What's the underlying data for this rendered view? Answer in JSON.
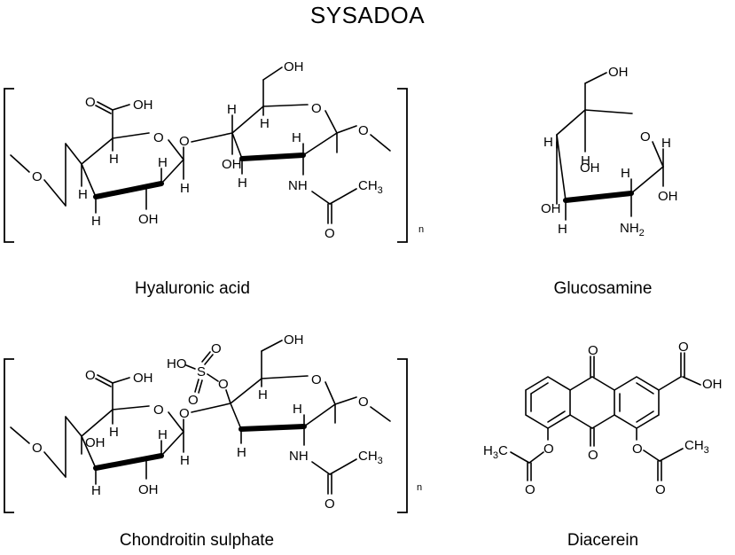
{
  "title": "SYSADOA",
  "molecules": [
    {
      "name": "Hyaluronic acid",
      "repeat_subscript": "n"
    },
    {
      "name": "Glucosamine"
    },
    {
      "name": "Chondroitin sulphate",
      "repeat_subscript": "n"
    },
    {
      "name": "Diacerein"
    }
  ],
  "atoms": {
    "O": "O",
    "H": "H",
    "OH": "OH",
    "HO": "HO",
    "NH": "NH",
    "NH2": "NH",
    "NH2_sub": "2",
    "CH3": "CH",
    "CH3_sub": "3",
    "H3C": "H",
    "H3C_sub": "3",
    "H3C_tail": "C",
    "S": "S"
  }
}
